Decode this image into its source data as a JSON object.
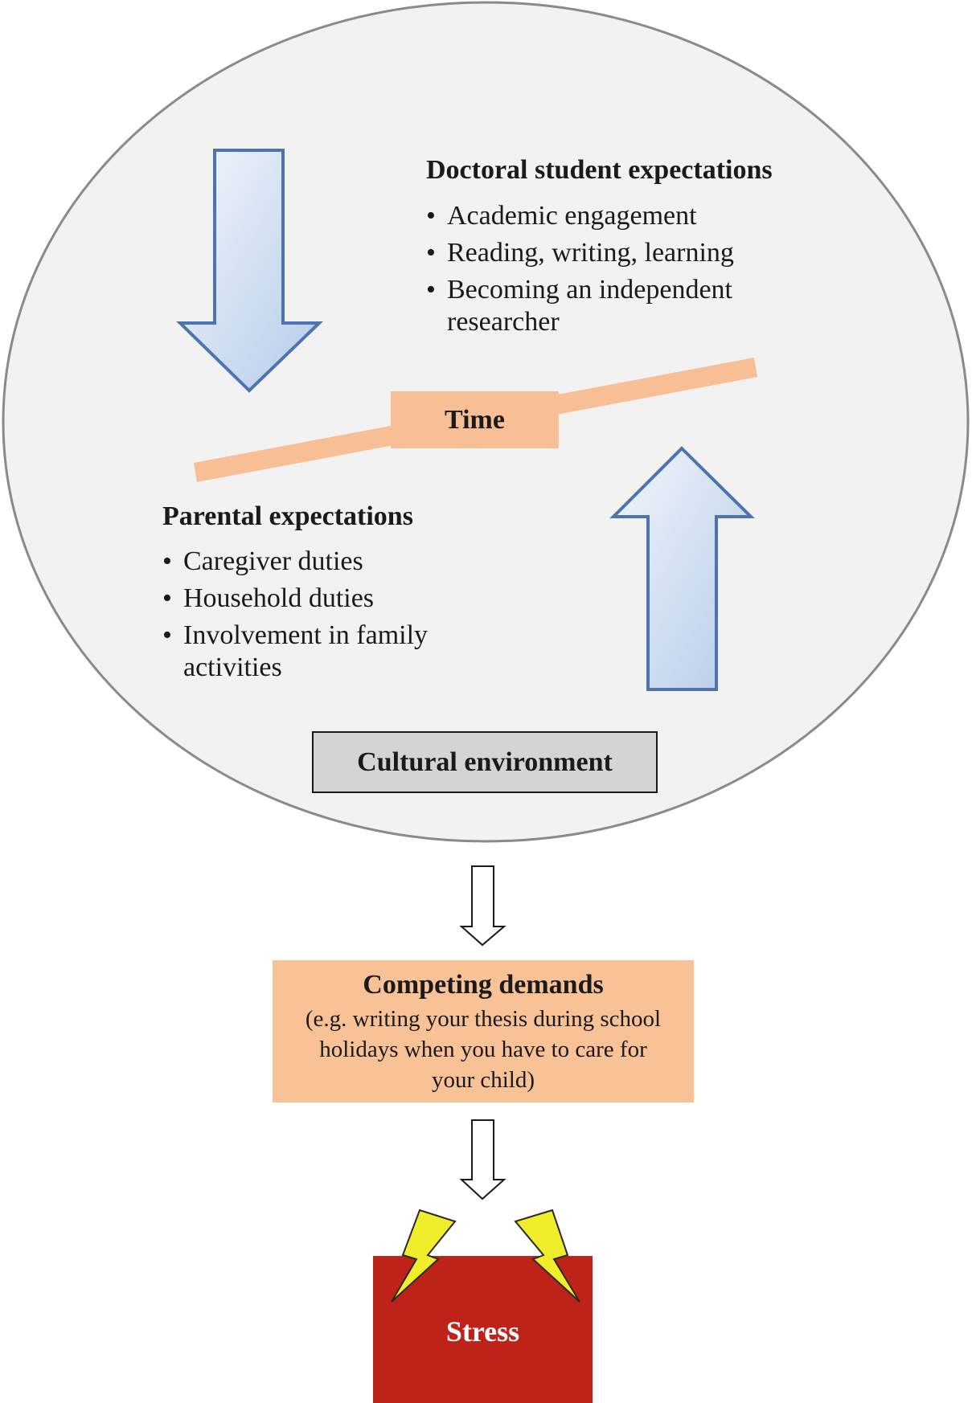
{
  "doctoral": {
    "heading": "Doctoral student expectations",
    "items": [
      "Academic engagement",
      "Reading, writing, learning",
      "Becoming an independent researcher"
    ]
  },
  "time": {
    "label": "Time"
  },
  "parental": {
    "heading": "Parental expectations",
    "items": [
      "Caregiver duties",
      "Household duties",
      "Involvement in family activities"
    ]
  },
  "cultural": {
    "label": "Cultural environment"
  },
  "competing": {
    "title": "Competing demands",
    "description": "(e.g. writing your thesis during school holidays when you have to care for your child)"
  },
  "stress": {
    "label": "Stress"
  },
  "colors": {
    "circle_fill": "#f2f2f2",
    "circle_stroke": "#8a8a8a",
    "arrow_fill_light": "#eef3fb",
    "arrow_fill_dark": "#b8cde9",
    "arrow_stroke": "#4d74b0",
    "time_bar": "#f8bf96",
    "cultural_fill": "#d4d4d4",
    "competing_fill": "#f8c196",
    "stress_fill": "#be2218",
    "lightning_fill": "#f0ee2a",
    "lightning_stroke": "#2a2a2a"
  }
}
